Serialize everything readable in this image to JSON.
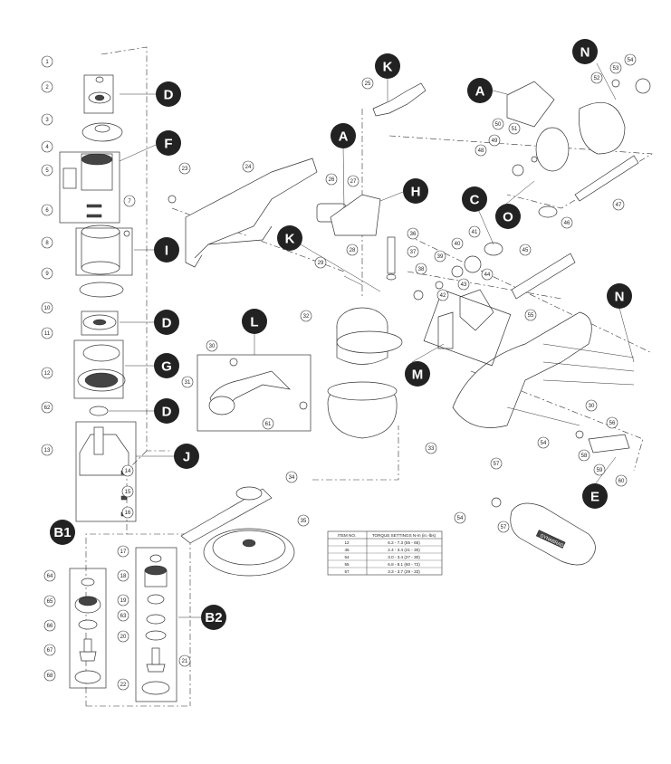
{
  "callouts": [
    "1",
    "2",
    "3",
    "4",
    "5",
    "6",
    "7",
    "8",
    "9",
    "10",
    "11",
    "12",
    "62",
    "13",
    "14",
    "15",
    "16",
    "17",
    "18",
    "19",
    "63",
    "20",
    "21",
    "22",
    "64",
    "65",
    "66",
    "67",
    "68",
    "23",
    "24",
    "25",
    "26",
    "27",
    "28",
    "29",
    "30",
    "31",
    "32",
    "33",
    "34",
    "35",
    "36",
    "37",
    "38",
    "39",
    "40",
    "41",
    "42",
    "43",
    "44",
    "45",
    "46",
    "47",
    "48",
    "49",
    "50",
    "51",
    "52",
    "53",
    "54",
    "55",
    "56",
    "57",
    "58",
    "59",
    "60",
    "61",
    "30",
    "54",
    "57",
    "54",
    "57",
    "23"
  ],
  "sections": [
    "A",
    "A",
    "B1",
    "B2",
    "C",
    "D",
    "D",
    "D",
    "E",
    "F",
    "G",
    "H",
    "I",
    "J",
    "K",
    "K",
    "L",
    "M",
    "N",
    "N",
    "O"
  ],
  "torque_table": {
    "headers": [
      "ITEM NO.",
      "TORQUE SETTINGS N-m (in.-lbs)"
    ],
    "rows": [
      [
        "12",
        "6.2 - 7.3 (55 - 65)"
      ],
      [
        "45",
        "2.4 - 3.4 (21 - 30)"
      ],
      [
        "54",
        "3.0 - 3.4 (27 - 30)"
      ],
      [
        "55",
        "6.8 - 8.1 (60 - 72)"
      ],
      [
        "57",
        "3.3 - 3.7 (29 - 33)"
      ]
    ]
  },
  "grip_logo": "DYNABRADE"
}
